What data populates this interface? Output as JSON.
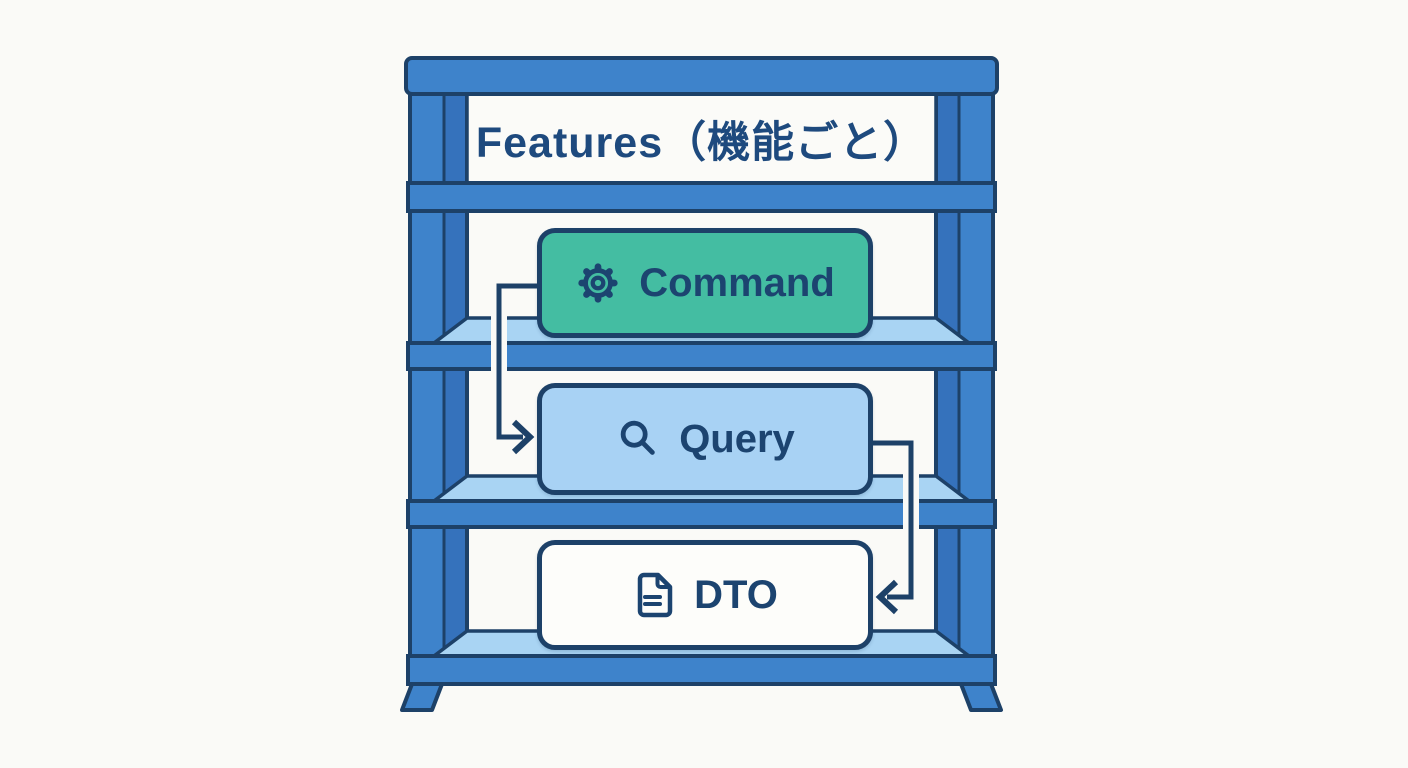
{
  "diagram": {
    "title": "Features（機能ごと）",
    "nodes": [
      {
        "id": "command",
        "label": "Command",
        "icon": "gear-icon",
        "fill": "#44BDA2"
      },
      {
        "id": "query",
        "label": "Query",
        "icon": "search-icon",
        "fill": "#A8D2F4"
      },
      {
        "id": "dto",
        "label": "DTO",
        "icon": "document-icon",
        "fill": "#FDFDFA"
      }
    ],
    "edges": [
      {
        "from": "Command",
        "to": "Query"
      },
      {
        "from": "Query",
        "to": "DTO"
      }
    ],
    "colors": {
      "frame_blue": "#3E83CB",
      "frame_side_blue": "#3572BC",
      "shelf_top_blue": "#A9D4F3",
      "outline_navy": "#1D4168",
      "command_fill": "#44BDA2",
      "query_fill": "#A8D2F4",
      "dto_fill": "#FDFDFA",
      "text_navy": "#1E4A7E",
      "background": "#FAFAF7"
    }
  }
}
